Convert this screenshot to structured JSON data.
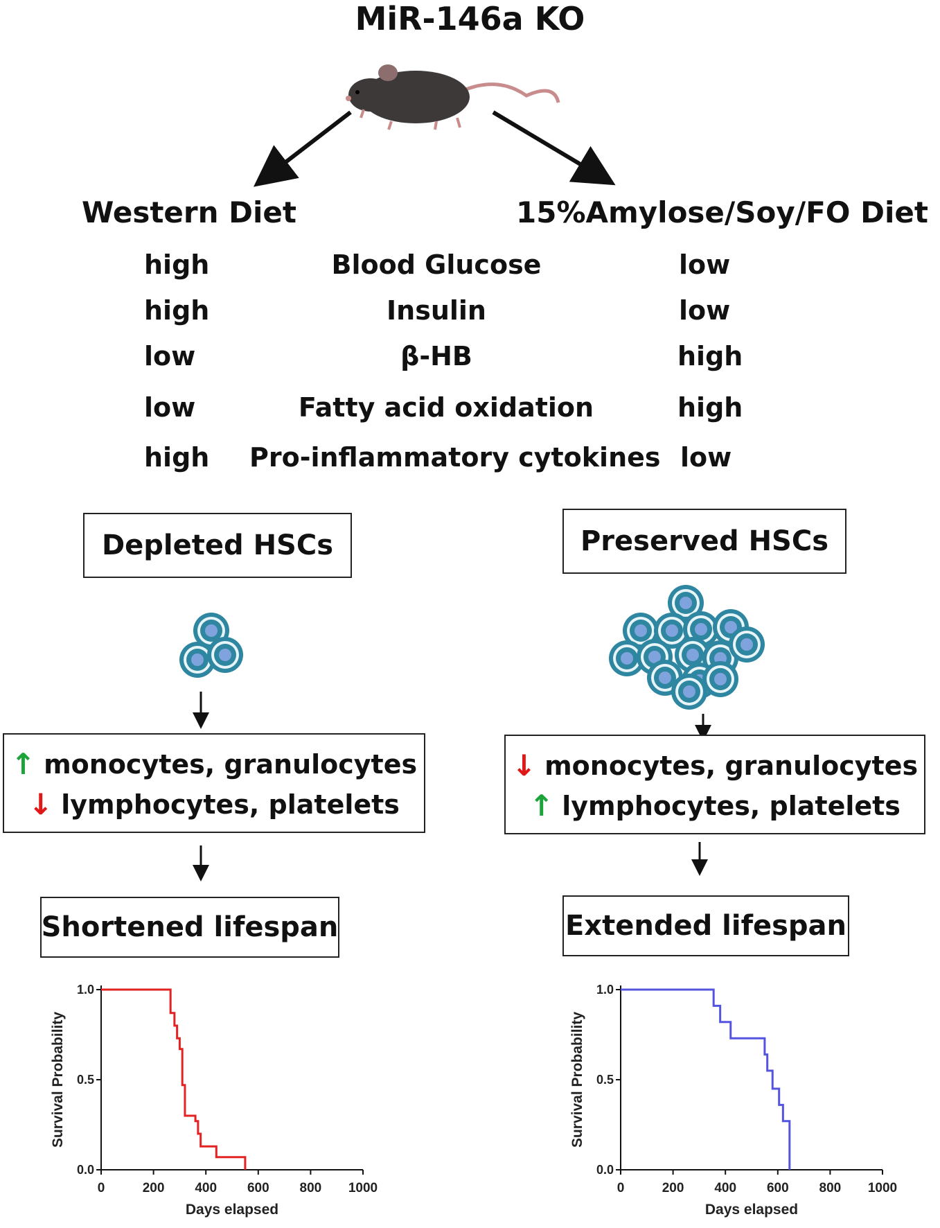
{
  "title": "MiR-146a KO",
  "diets": {
    "left": "Western Diet",
    "right": "15%Amylose/Soy/FO Diet"
  },
  "comparison_rows": [
    {
      "left": "high",
      "metric": "Blood Glucose",
      "right": "low"
    },
    {
      "left": "high",
      "metric": "Insulin",
      "right": "low"
    },
    {
      "left": "low",
      "metric": "β-HB",
      "right": "high"
    },
    {
      "left": "low",
      "metric": "Fatty acid oxidation",
      "right": "high"
    },
    {
      "left": "high",
      "metric": "Pro-inflammatory cytokines",
      "right": "low"
    }
  ],
  "hsc": {
    "left": "Depleted HSCs",
    "right": "Preserved HSCs"
  },
  "cells": {
    "left": [
      {
        "dir": "up",
        "text": "monocytes, granulocytes"
      },
      {
        "dir": "down",
        "text": "lymphocytes, platelets"
      }
    ],
    "right": [
      {
        "dir": "down",
        "text": "monocytes, granulocytes"
      },
      {
        "dir": "up",
        "text": "lymphocytes, platelets"
      }
    ]
  },
  "arrow_glyphs": {
    "up": "↑",
    "down": "↓"
  },
  "lifespan": {
    "left": "Shortened lifespan",
    "right": "Extended lifespan"
  },
  "chart_data": [
    {
      "type": "line",
      "step": true,
      "color": "#e32222",
      "xlabel": "Days elapsed",
      "ylabel": "Survival Probability",
      "xlim": [
        0,
        1000
      ],
      "ylim": [
        0,
        1
      ],
      "xticks": [
        "0",
        "200",
        "400",
        "600",
        "800",
        "1000"
      ],
      "yticks": [
        "0.0",
        "0.5",
        "1.0"
      ],
      "x": [
        0,
        250,
        265,
        280,
        290,
        300,
        310,
        320,
        360,
        370,
        380,
        440,
        550,
        550
      ],
      "y": [
        1.0,
        1.0,
        0.87,
        0.8,
        0.73,
        0.67,
        0.47,
        0.3,
        0.27,
        0.2,
        0.13,
        0.07,
        0.07,
        0.0
      ]
    },
    {
      "type": "line",
      "step": true,
      "color": "#5454e0",
      "xlabel": "Days elapsed",
      "ylabel": "Survival Probability",
      "xlim": [
        0,
        1000
      ],
      "ylim": [
        0,
        1
      ],
      "xticks": [
        "0",
        "200",
        "400",
        "600",
        "800",
        "1000"
      ],
      "yticks": [
        "0.0",
        "0.5",
        "1.0"
      ],
      "x": [
        0,
        305,
        355,
        380,
        420,
        550,
        560,
        580,
        605,
        620,
        645,
        645
      ],
      "y": [
        1.0,
        1.0,
        0.91,
        0.82,
        0.73,
        0.64,
        0.55,
        0.45,
        0.36,
        0.27,
        0.18,
        0.0
      ]
    }
  ]
}
